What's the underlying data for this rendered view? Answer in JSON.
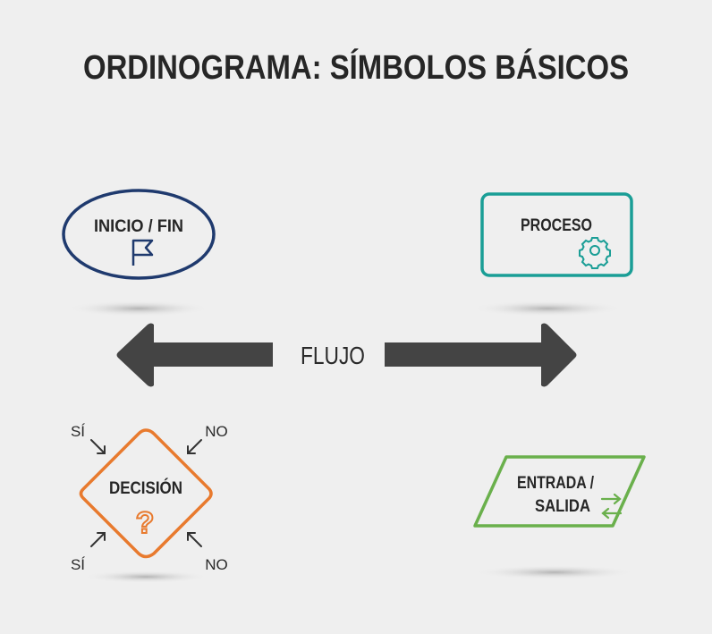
{
  "title": "ORDINOGRAMA: SÍMBOLOS BÁSICOS",
  "symbols": {
    "start_end": {
      "label": "INICIO / FIN",
      "icon": "flag-icon",
      "color": "#1f3a6e"
    },
    "process": {
      "label": "PROCESO",
      "icon": "gear-icon",
      "color": "#1a9e96"
    },
    "flow": {
      "label": "FLUJO",
      "color": "#444444"
    },
    "decision": {
      "label": "DECISIÓN",
      "icon": "question-icon",
      "color": "#e87a2e",
      "inputs": [
        "SÍ",
        "NO",
        "SÍ",
        "NO"
      ]
    },
    "io": {
      "line1": "ENTRADA /",
      "line2": "SALIDA",
      "icon": "swap-arrows-icon",
      "color": "#6ab04c"
    }
  }
}
